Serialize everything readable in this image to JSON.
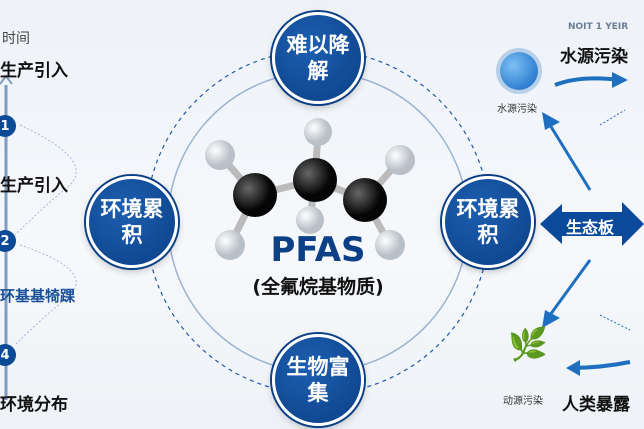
{
  "center": {
    "title": "PFAS",
    "subtitle": "(全氟烷基物质)"
  },
  "nodes": {
    "top": "难以降解",
    "left": "环境累积",
    "right": "环境累积",
    "bottom": "生物富集"
  },
  "timeline": {
    "header": "时间",
    "items": [
      "生产引入",
      "生产引入",
      "环基基犄踝",
      "环境分布"
    ],
    "steps": [
      "1",
      "2",
      "4"
    ]
  },
  "right_panel": {
    "logo_text": "NOIT 1 YEIR",
    "title_top": "水源污染",
    "water_label": "水源污染",
    "eco_label": "生态板",
    "plant_label": "动源污染",
    "title_bottom": "人类暴露"
  },
  "colors": {
    "primary": "#0b3f86",
    "accent": "#1f6fc1"
  }
}
